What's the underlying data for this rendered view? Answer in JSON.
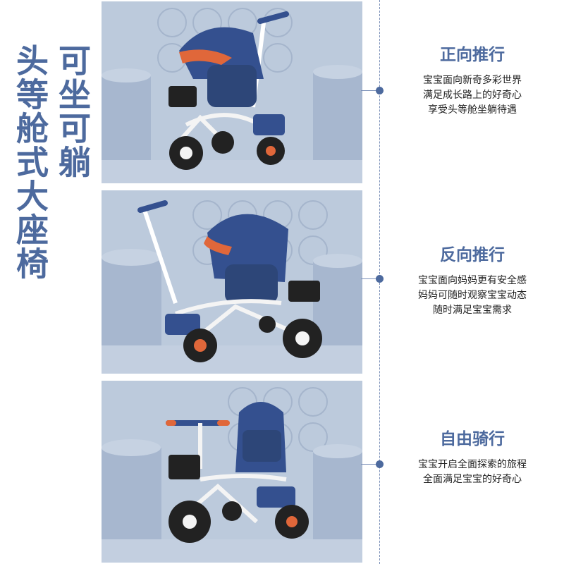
{
  "title_columns": [
    "可坐可躺",
    "头等舱式大座椅"
  ],
  "colors": {
    "accent": "#4d6a9e",
    "canopy": "#34508f",
    "visor": "#e0673a",
    "frame": "#f4f4f4",
    "tire": "#222222"
  },
  "features": [
    {
      "title": "正向推行",
      "lines": [
        "宝宝面向新奇多彩世界",
        "满足成长路上的好奇心",
        "享受头等舱坐躺待遇"
      ]
    },
    {
      "title": "反向推行",
      "lines": [
        "宝宝面向妈妈更有安全感",
        "妈妈可随时观察宝宝动态",
        "随时满足宝宝需求"
      ]
    },
    {
      "title": "自由骑行",
      "lines": [
        "宝宝开启全面探索的旅程",
        "全面满足宝宝的好奇心"
      ]
    }
  ]
}
